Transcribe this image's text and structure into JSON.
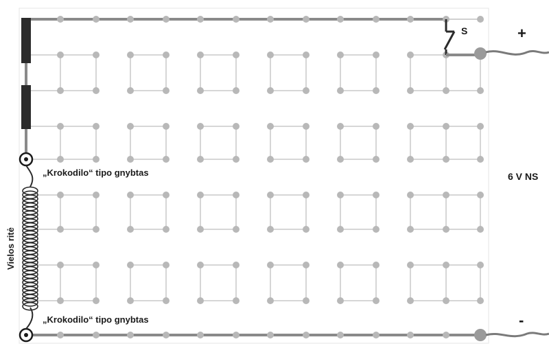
{
  "labels": {
    "switch": "S",
    "plus": "+",
    "minus": "-",
    "supply": "6 V NS",
    "clip_top": "„Krokodilo“ tipo gnybtas",
    "clip_bottom": "„Krokodilo“ tipo gnybtas",
    "coil": "Vielos ritė"
  },
  "colors": {
    "wire": "#8a8a8a",
    "node": "#b8b8b8",
    "grid_line": "#d6d6d6",
    "resistor": "#2b2b2b",
    "text": "#1a1a1a"
  }
}
